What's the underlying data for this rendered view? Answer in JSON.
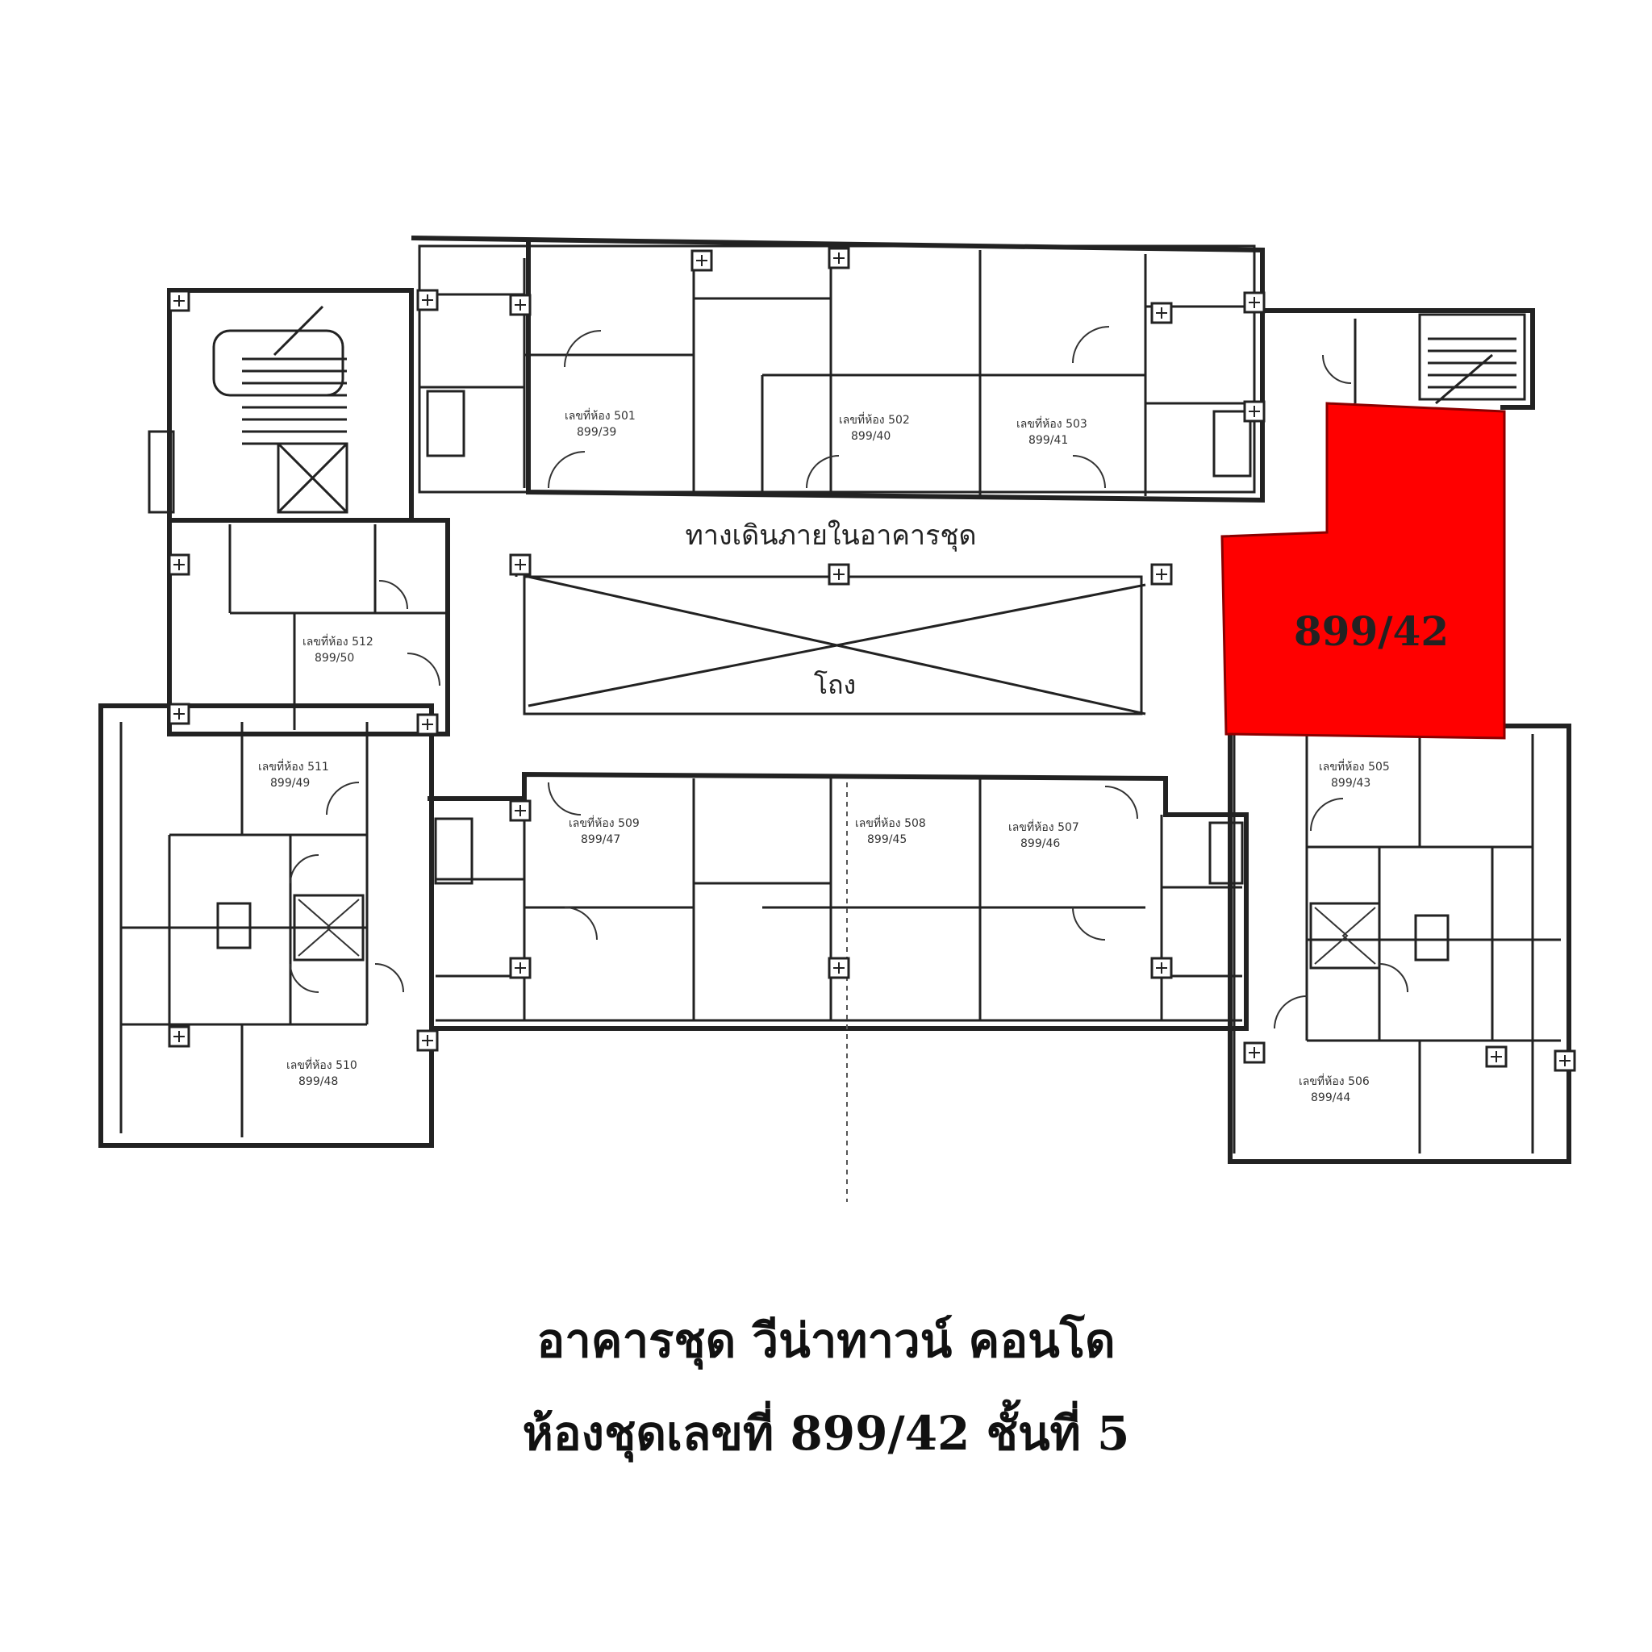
{
  "plan": {
    "highlight": {
      "label": "899/42",
      "color": "#ff0000"
    },
    "corridor_label": "ทางเดินภายในอาคารชุด",
    "void_label": "โถง",
    "unit_labels": {
      "u501": "เลขที่ห้อง 501",
      "u501n": "899/39",
      "u502": "เลขที่ห้อง 502",
      "u502n": "899/40",
      "u503": "เลขที่ห้อง 503",
      "u503n": "899/41",
      "u505": "เลขที่ห้อง 505",
      "u505n": "899/43",
      "u506": "เลขที่ห้อง 506",
      "u506n": "899/44",
      "u507": "เลขที่ห้อง 507",
      "u507n": "899/46",
      "u508": "เลขที่ห้อง 508",
      "u508n": "899/45",
      "u509": "เลขที่ห้อง 509",
      "u509n": "899/47",
      "u510": "เลขที่ห้อง 510",
      "u510n": "899/48",
      "u511": "เลขที่ห้อง 511",
      "u511n": "899/49",
      "u512": "เลขที่ห้อง 512",
      "u512n": "899/50"
    }
  },
  "caption": {
    "line1": "อาคารชุด วีน่าทาวน์ คอนโด",
    "line2": "ห้องชุดเลขที่ 899/42 ชั้นที่ 5"
  }
}
